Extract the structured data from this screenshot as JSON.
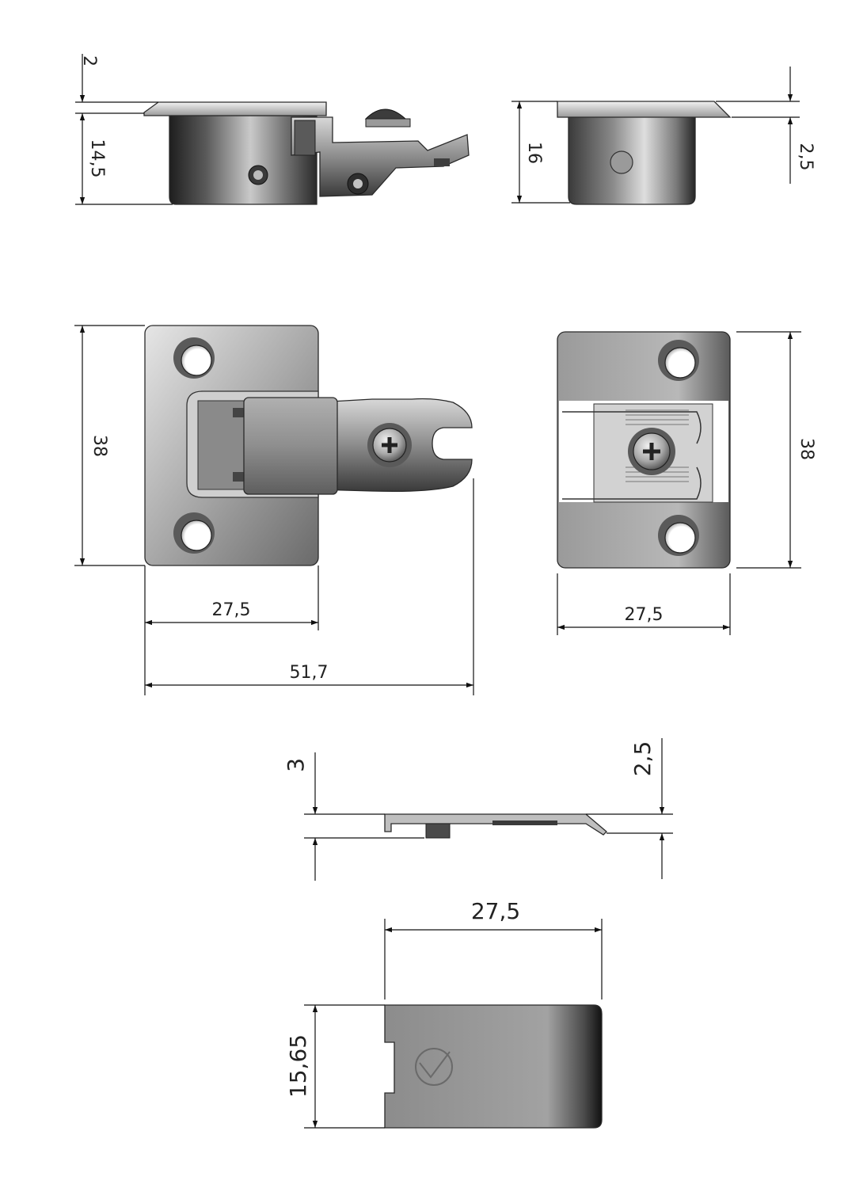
{
  "drawing": {
    "type": "technical-drawing",
    "subject": "concealed hinge components",
    "units": "mm",
    "colors": {
      "line": "#111111",
      "part_dark": "#4a4a4a",
      "part_light": "#dcdcdc",
      "background": "#ffffff"
    }
  },
  "dimensions": {
    "side_left_top": "2",
    "side_left_height": "14,5",
    "side_right_height": "16",
    "side_right_flange": "2,5",
    "plan_left_height": "38",
    "plan_left_width": "27,5",
    "plan_left_overall": "51,7",
    "plan_right_height": "38",
    "plan_right_width": "27,5",
    "plate_side_left": "3",
    "plate_side_right": "2,5",
    "cover_width": "27,5",
    "cover_height": "15,65"
  }
}
